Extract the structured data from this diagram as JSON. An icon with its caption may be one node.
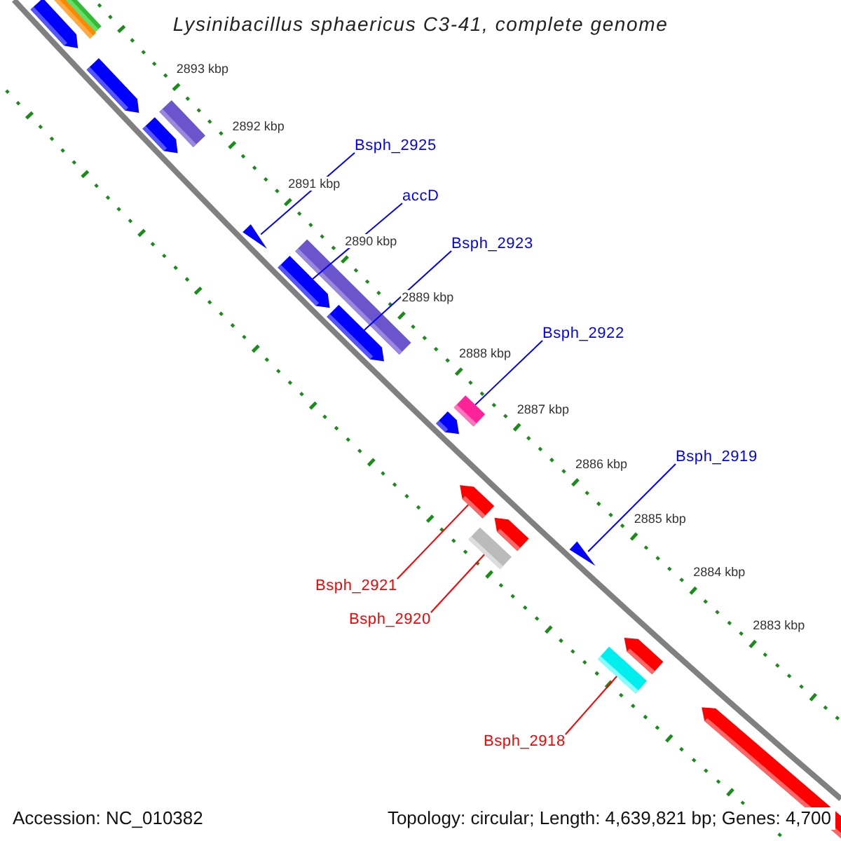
{
  "diagram": {
    "title": "Lysinibacillus sphaericus C3-41, complete genome",
    "nodes": [
      {
        "text": [
          "Bsph_2925"
        ]
      },
      {
        "text": [
          "accD"
        ]
      },
      {
        "text": [
          "Bsph_2923"
        ]
      },
      {
        "text": [
          "Bsph_2922"
        ]
      },
      {
        "text": [
          "Bsph_2919"
        ]
      },
      {
        "text": [
          "Bsph_2921"
        ]
      },
      {
        "text": [
          "Bsph_2920"
        ]
      },
      {
        "text": [
          "Bsph_2918"
        ]
      },
      {
        "text": [],
        "shape": "arrow"
      },
      {
        "text": [],
        "shape": "bar"
      },
      {
        "text": [],
        "shape": "bar"
      },
      {
        "text": [],
        "shape": "arrow"
      },
      {
        "text": [],
        "shape": "bar"
      },
      {
        "text": [],
        "shape": "arrow"
      },
      {
        "text": [],
        "shape": "triangle"
      },
      {
        "text": [],
        "shape": "bar"
      },
      {
        "text": [],
        "shape": "arrow"
      },
      {
        "text": [],
        "shape": "arrow"
      },
      {
        "text": [],
        "shape": "bar"
      },
      {
        "text": [],
        "shape": "arrow"
      },
      {
        "text": [],
        "shape": "arrow"
      },
      {
        "text": [],
        "shape": "arrow"
      },
      {
        "text": [],
        "shape": "bar"
      },
      {
        "text": [],
        "shape": "triangle"
      },
      {
        "text": [],
        "shape": "bar"
      },
      {
        "text": [],
        "shape": "arrow"
      },
      {
        "text": [],
        "shape": "arrow"
      }
    ],
    "edges": [
      {
        "from": 0,
        "to": 14,
        "arrow": "none"
      },
      {
        "from": 1,
        "to": 16,
        "arrow": "none"
      },
      {
        "from": 2,
        "to": 17,
        "arrow": "none"
      },
      {
        "from": 3,
        "to": 18,
        "arrow": "none"
      },
      {
        "from": 4,
        "to": 23,
        "arrow": "none"
      },
      {
        "from": 5,
        "to": 20,
        "arrow": "none",
        "color": "#ff0000"
      },
      {
        "from": 6,
        "to": 22,
        "arrow": "none",
        "color": "#ff0000"
      },
      {
        "from": 7,
        "to": 24,
        "arrow": "none",
        "color": "#ff0000"
      }
    ],
    "labels": [
      "2893 kbp",
      "2892 kbp",
      "2891 kbp",
      "2890 kbp",
      "2889 kbp",
      "2888 kbp",
      "2887 kbp",
      "2886 kbp",
      "2885 kbp",
      "2884 kbp",
      "2883 kbp",
      "Accession: NC_010382",
      "Topology: circular; Length: 4,639,821 bp; Genes: 4,700"
    ]
  }
}
